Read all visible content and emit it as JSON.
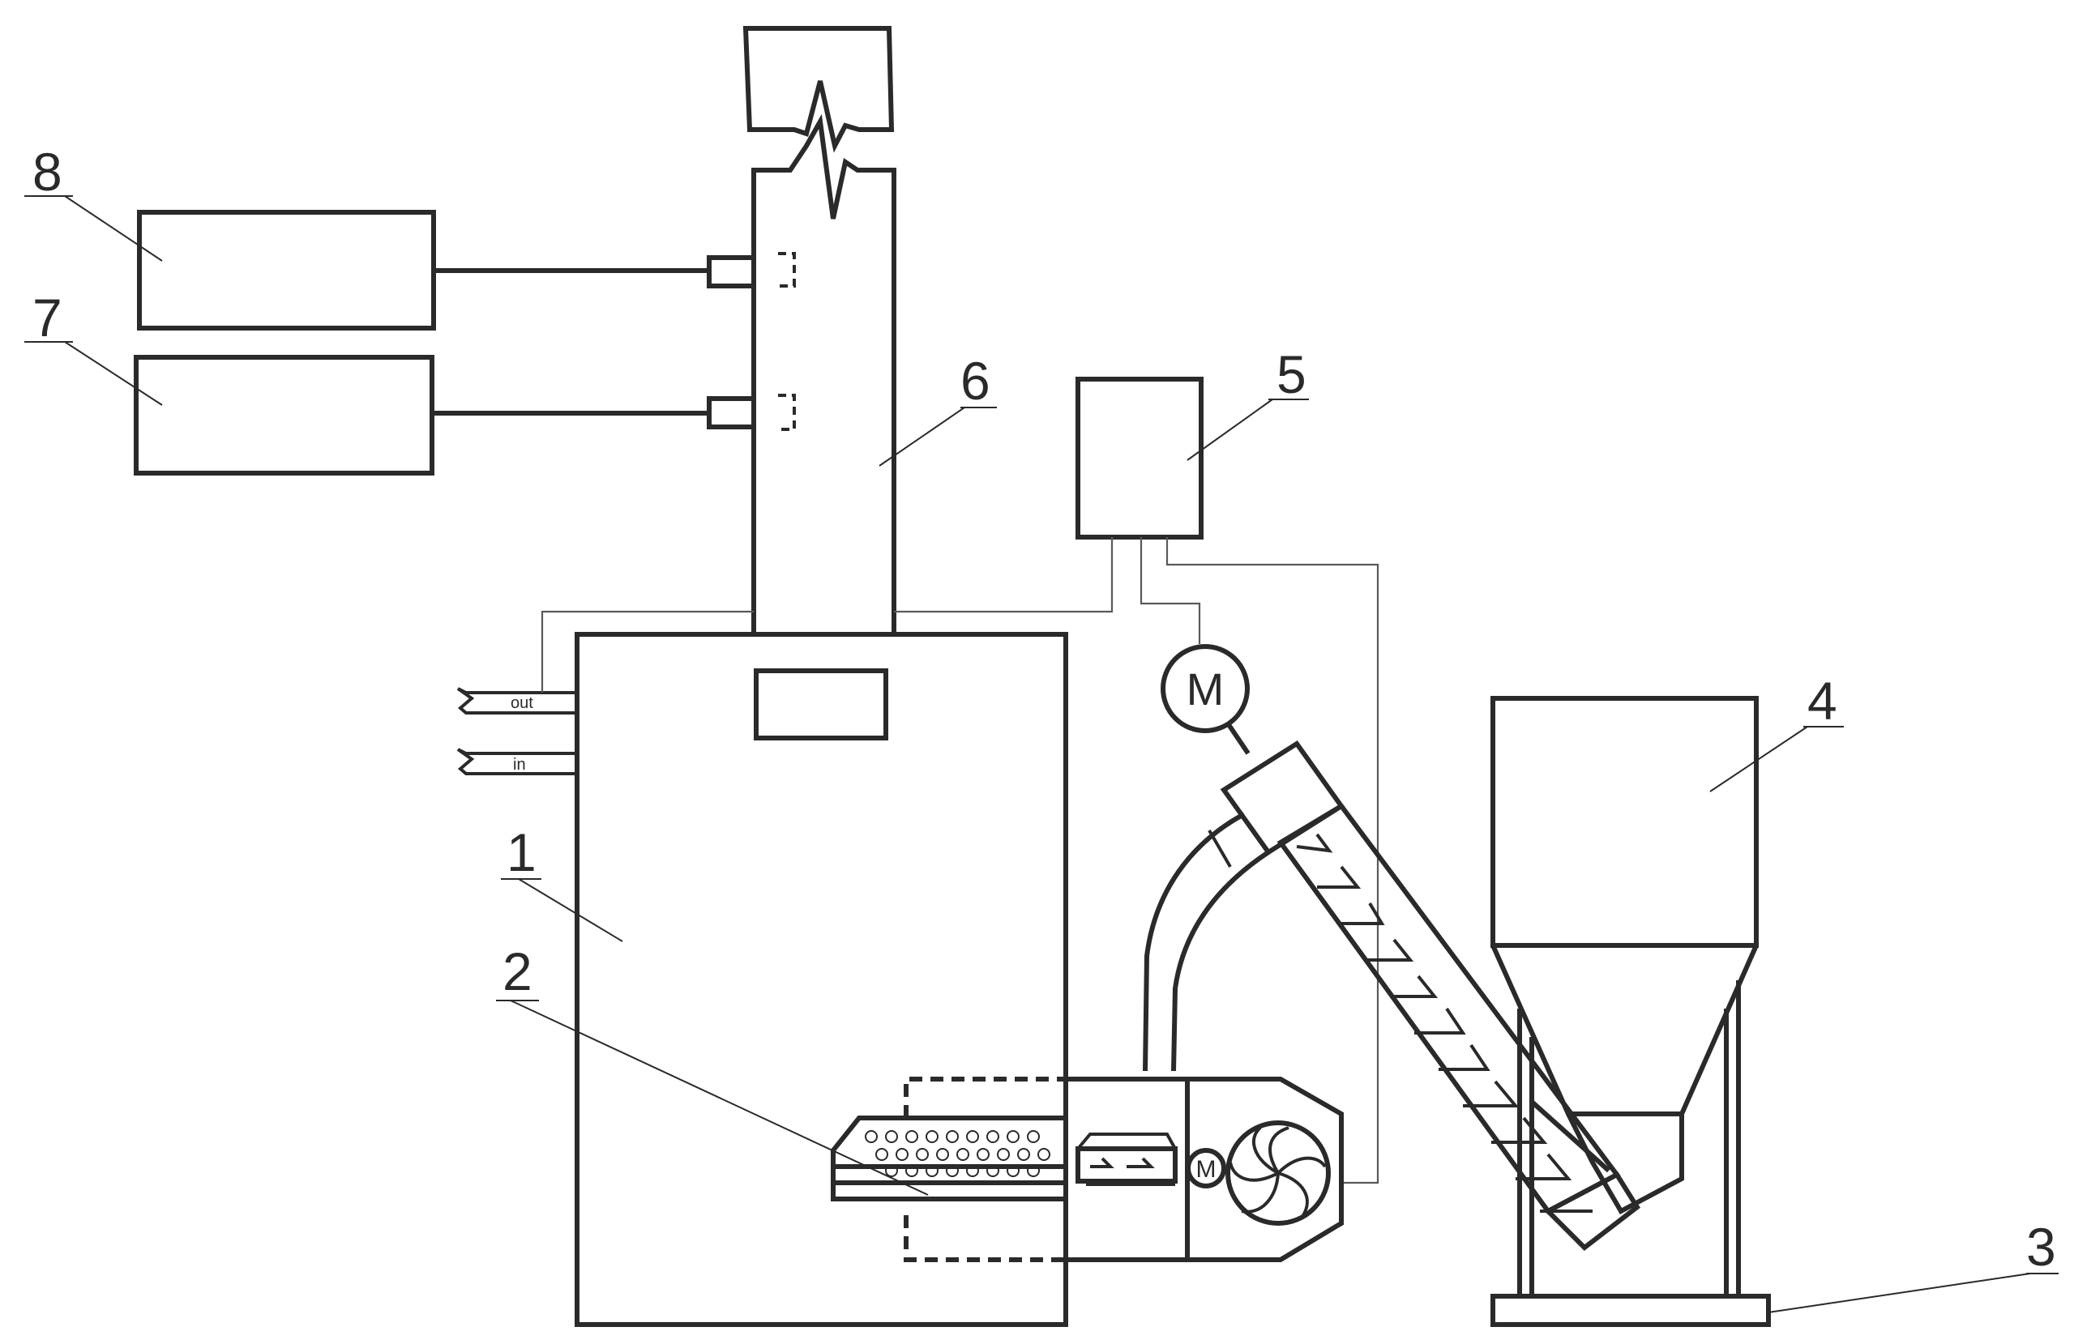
{
  "labels": {
    "boiler": "1",
    "burner": "2",
    "stand": "3",
    "hopper": "4",
    "controller": "5",
    "chimney": "6",
    "analyzer_lower": "7",
    "analyzer_upper": "8"
  },
  "pipes": {
    "outlet": "out",
    "inlet": "in"
  },
  "motors": {
    "feeder_motor": "M",
    "burner_motor": "M"
  }
}
